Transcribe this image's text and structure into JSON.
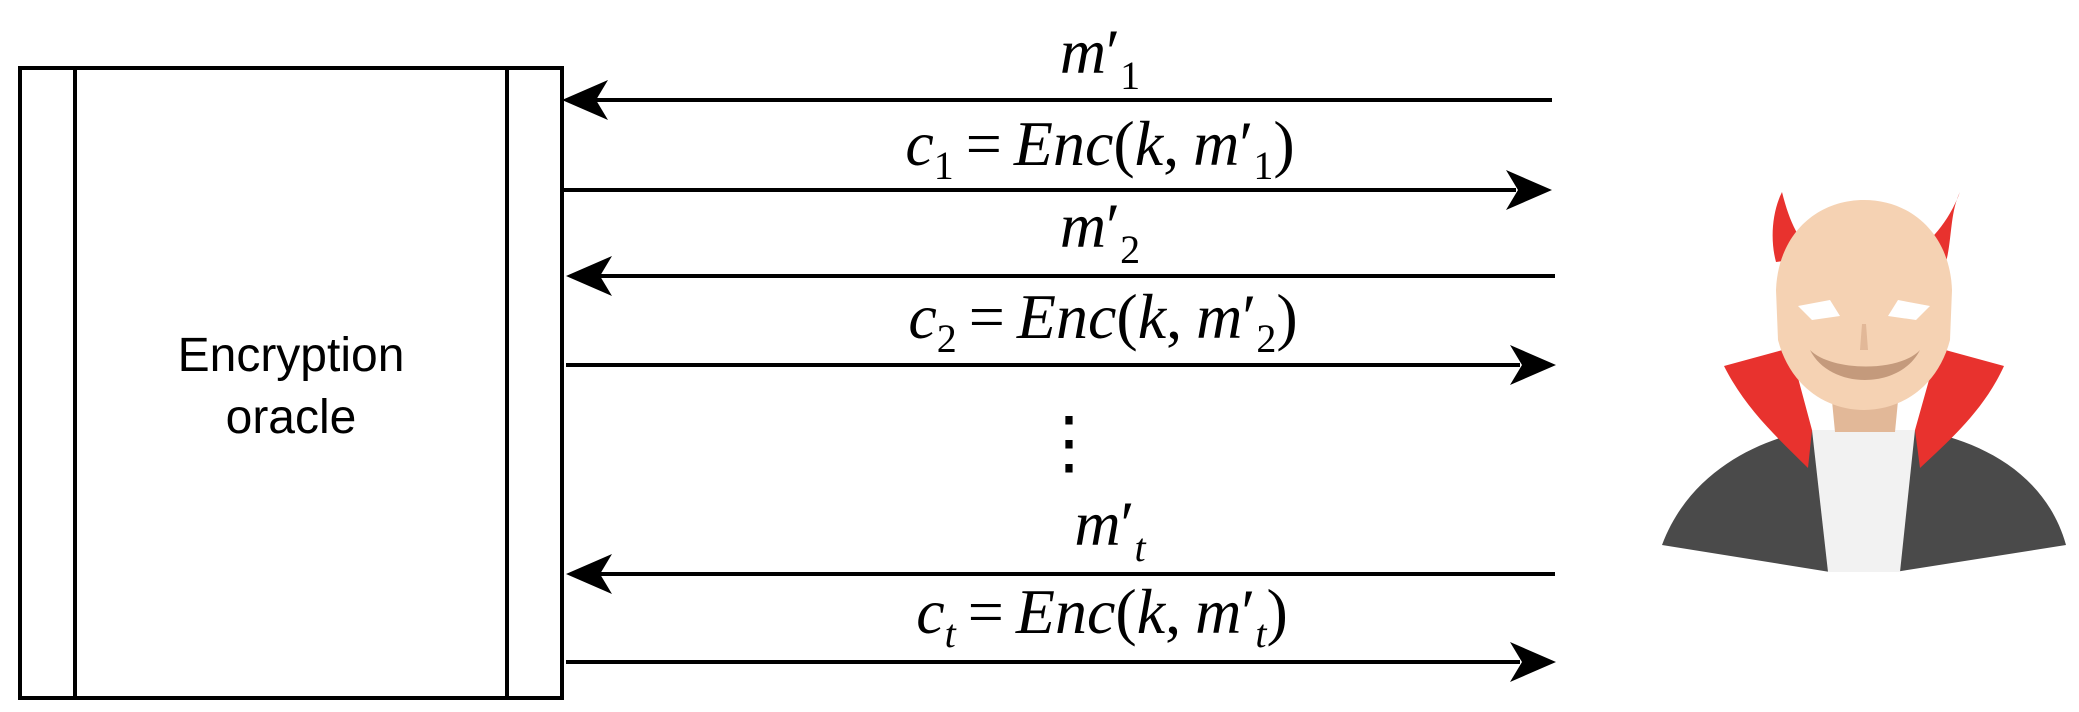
{
  "oracle": {
    "line1": "Encryption",
    "line2": "oracle"
  },
  "messages": [
    {
      "query": {
        "base": "m",
        "prime": "′",
        "sub": "1"
      },
      "response": {
        "c": "c",
        "c_sub": "1",
        "eq": "=",
        "func": "Enc",
        "open": "(",
        "k": "k",
        "comma": ",",
        "m": "m",
        "prime": "′",
        "m_sub": "1",
        "close": ")"
      }
    },
    {
      "query": {
        "base": "m",
        "prime": "′",
        "sub": "2"
      },
      "response": {
        "c": "c",
        "c_sub": "2",
        "eq": "=",
        "func": "Enc",
        "open": "(",
        "k": "k",
        "comma": ",",
        "m": "m",
        "prime": "′",
        "m_sub": "2",
        "close": ")"
      }
    },
    {
      "query": {
        "base": "m",
        "prime": "′",
        "sub": "t"
      },
      "response": {
        "c": "c",
        "c_sub": "t",
        "eq": "=",
        "func": "Enc",
        "open": "(",
        "k": "k",
        "comma": ",",
        "m": "m",
        "prime": "′",
        "m_sub": "t",
        "close": ")"
      }
    }
  ],
  "ellipsis": "⋮",
  "adversary_icon": "devil-adversary-icon",
  "colors": {
    "line": "#000000",
    "horn": "#e8322e",
    "face": "#f5d2b3",
    "face_shade": "#e2b898",
    "cape": "#4a4a4a",
    "collar": "#e8322e",
    "shirt": "#f2f2f2",
    "eyes": "#ffffff"
  }
}
